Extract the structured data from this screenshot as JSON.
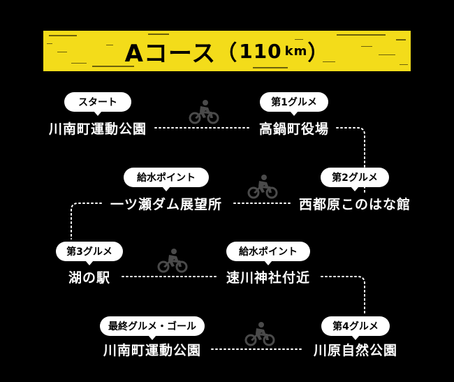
{
  "course": {
    "title_main": "Aコース",
    "title_open": "（",
    "distance": "110",
    "unit": "km",
    "title_close": "）"
  },
  "colors": {
    "background": "#000000",
    "banner": "#f3dc1a",
    "text": "#ffffff",
    "tag_fill": "#ffffff",
    "tag_text": "#000000",
    "bike_icon": "#4a4a4a",
    "route_dots": "#ffffff"
  },
  "stops": [
    {
      "tag": "スタート",
      "name": "川南町運動公園"
    },
    {
      "tag": "第1グルメ",
      "name": "高鍋町役場"
    },
    {
      "tag": "第2グルメ",
      "name": "西都原このはな館"
    },
    {
      "tag": "給水ポイント",
      "name": "一ツ瀬ダム展望所"
    },
    {
      "tag": "第3グルメ",
      "name": "湖の駅"
    },
    {
      "tag": "給水ポイント",
      "name": "速川神社付近"
    },
    {
      "tag": "第4グルメ",
      "name": "川原自然公園"
    },
    {
      "tag": "最終グルメ・ゴール",
      "name": "川南町運動公園"
    }
  ],
  "icons": {
    "bike": "cyclist-icon"
  }
}
